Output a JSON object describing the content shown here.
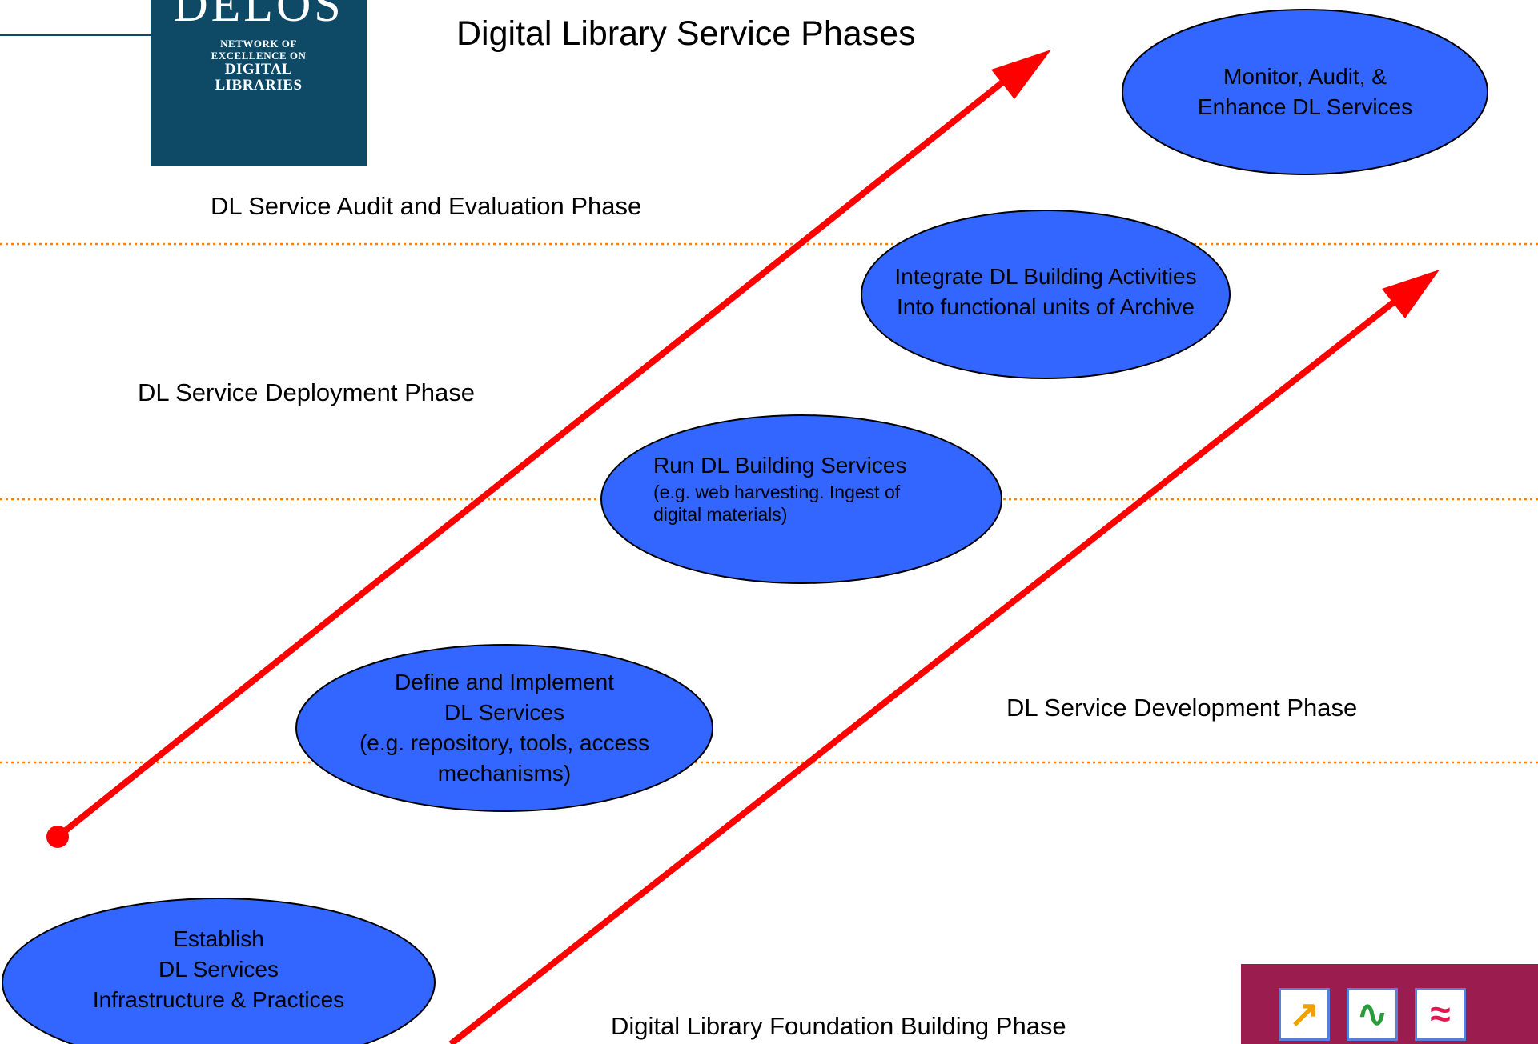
{
  "title": "Digital Library Service Phases",
  "logo": {
    "name": "DELOS",
    "lines": [
      "NETWORK OF",
      "EXCELLENCE ON"
    ],
    "lines_large": [
      "DIGITAL",
      "LIBRARIES"
    ]
  },
  "phases": {
    "audit": "DL Service Audit and Evaluation Phase",
    "deployment": "DL Service Deployment Phase",
    "development": "DL Service Development Phase",
    "foundation": "Digital Library Foundation Building Phase"
  },
  "ellipses": {
    "monitor": [
      "Monitor, Audit, &",
      "Enhance DL Services"
    ],
    "integrate": [
      "Integrate DL Building Activities",
      "Into functional units of Archive"
    ],
    "run": {
      "main": "Run DL Building Services",
      "sub": [
        "(e.g. web harvesting. Ingest of",
        "digital materials)"
      ]
    },
    "define": [
      "Define  and Implement",
      "DL Services",
      "(e.g. repository, tools,  access",
      "mechanisms)"
    ],
    "establish": [
      "Establish",
      "DL Services",
      "Infrastructure & Practices"
    ]
  },
  "colors": {
    "ellipse_fill": "#3366ff",
    "arrow": "#ff0000",
    "divider": "#ff8000",
    "logo_bg": "#0e4a66",
    "logo2_bg": "#9b1c4e"
  }
}
